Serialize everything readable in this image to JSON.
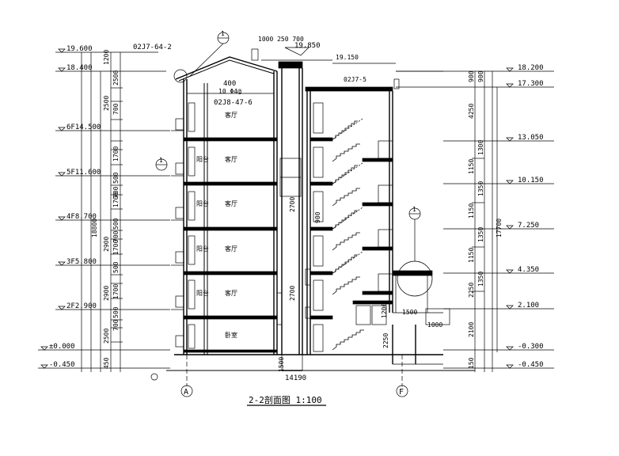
{
  "drawing": {
    "title": "2-2剖面图 1:100",
    "axis_left": "A",
    "axis_right": "F",
    "total_width": "14190",
    "left_total_height": "18800",
    "right_total_height": "17700"
  },
  "left_levels": [
    {
      "id": "l1",
      "label": "19.600"
    },
    {
      "id": "l2",
      "label": "18.400"
    },
    {
      "id": "l3",
      "label": "6F14.500"
    },
    {
      "id": "l4",
      "label": "5F11.600"
    },
    {
      "id": "l5",
      "label": "4F8.700"
    },
    {
      "id": "l6",
      "label": "3F5.800"
    },
    {
      "id": "l7",
      "label": "2F2.900"
    },
    {
      "id": "l8",
      "label": "±0.000"
    },
    {
      "id": "l9",
      "label": "-0.450"
    }
  ],
  "right_levels": [
    {
      "id": "r1",
      "label": "18.200"
    },
    {
      "id": "r2",
      "label": "17.300"
    },
    {
      "id": "r3",
      "label": "13.050"
    },
    {
      "id": "r4",
      "label": "10.150"
    },
    {
      "id": "r5",
      "label": "7.250"
    },
    {
      "id": "r6",
      "label": "4.350"
    },
    {
      "id": "r7",
      "label": "2.100"
    },
    {
      "id": "r8",
      "label": "-0.300"
    },
    {
      "id": "r9",
      "label": "-0.450"
    }
  ],
  "top_levels": {
    "roof_peak": "19.850",
    "stair_roof": "19.150",
    "top_dims": "1000 250 700"
  },
  "left_dims": [
    "1200",
    "2500",
    "2500",
    "700",
    "1700",
    "500",
    "700",
    "1700",
    "500",
    "700",
    "2900",
    "1700",
    "500",
    "2900",
    "1700",
    "500",
    "700",
    "2500",
    "450"
  ],
  "right_dims": [
    "900",
    "900",
    "4250",
    "1300",
    "1150",
    "1350",
    "1150",
    "1350",
    "1150",
    "1350",
    "2250",
    "2100",
    "150"
  ],
  "annotations": {
    "detail_ref_1": "02J7-64-2",
    "detail_ref_2": "02J7-5",
    "detail_ref_3": "02J8-47-6",
    "beam_note": "400",
    "beam_note_2": "10 Φ4@",
    "railing_note": "1000",
    "canopy_note": "1500",
    "stair_dim_1": "2700",
    "stair_dim_2": "2700",
    "stair_dim_3": "2250",
    "stair_dim_4": "1200",
    "stair_dim_5": "900",
    "base_dim": "1500"
  },
  "room_labels": {
    "balcony": "阳台",
    "living": "客厅",
    "bedroom": "卧室"
  },
  "callouts": [
    "1",
    "1",
    "1"
  ]
}
